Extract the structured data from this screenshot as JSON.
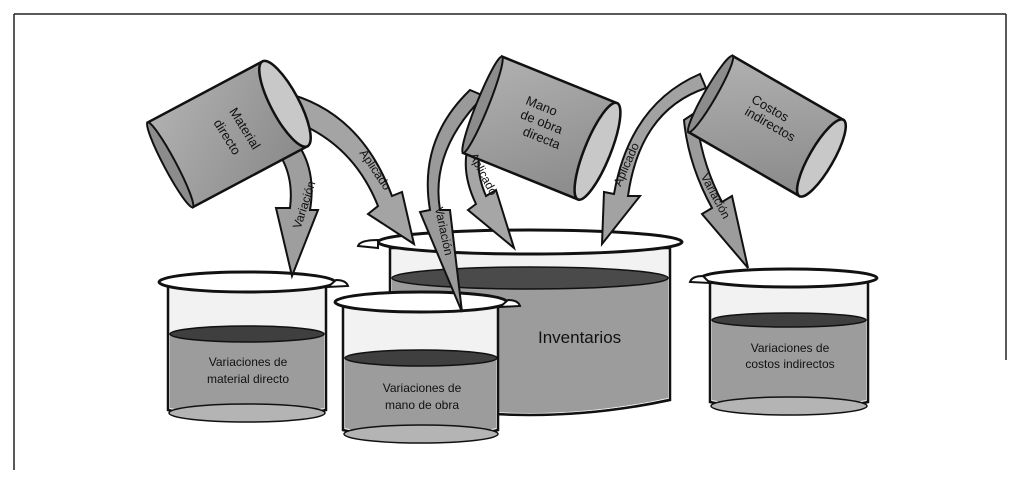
{
  "cans": {
    "material": [
      "Material",
      "directo"
    ],
    "labor": [
      "Mano",
      "de obra",
      "directa"
    ],
    "overhead": [
      "Costos",
      "indirectos"
    ]
  },
  "arrows": {
    "material_variation": "Variación",
    "material_applied": "Aplicado",
    "labor_variation": "Variación",
    "labor_applied": "Aplicado",
    "overhead_applied": "Aplicado",
    "overhead_variation": "Variación"
  },
  "beakers": {
    "inventories": "Inventarios",
    "material_variances": [
      "Variaciones de",
      "material directo"
    ],
    "labor_variances": [
      "Variaciones de",
      "mano de obra"
    ],
    "overhead_variances": [
      "Variaciones de",
      "costos indirectos"
    ]
  }
}
